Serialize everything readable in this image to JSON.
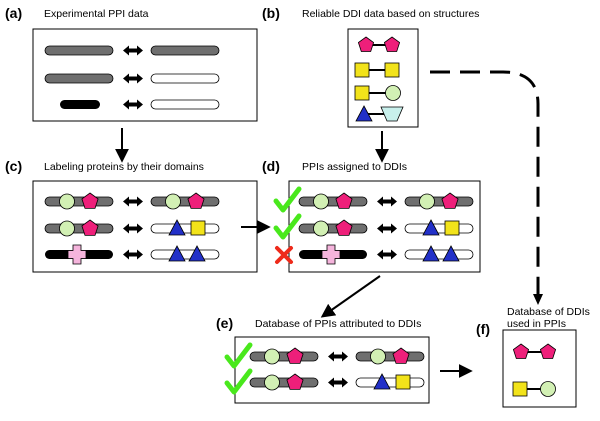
{
  "panels": {
    "a": {
      "letter": "(a)",
      "caption": "Experimental PPI data"
    },
    "b": {
      "letter": "(b)",
      "caption": "Reliable DDI data based on structures"
    },
    "c": {
      "letter": "(c)",
      "caption": "Labeling proteins by their domains"
    },
    "d": {
      "letter": "(d)",
      "caption": "PPIs assigned to DDIs"
    },
    "e": {
      "letter": "(e)",
      "caption": "Database of PPIs attributed to DDIs"
    },
    "f": {
      "letter": "(f)",
      "caption_line1": "Database of DDIs",
      "caption_line2": "used in PPIs"
    }
  },
  "colors": {
    "protein_gray": "#6f6f6f",
    "protein_black": "#000000",
    "protein_white": "#ffffff",
    "domain_pink_pentagon": "#ee1f7a",
    "domain_green_circle": "#d2f0b4",
    "domain_yellow_square": "#f2e31a",
    "domain_blue_triangle": "#2230c8",
    "domain_cyan_trapezoid": "#c8f0ec",
    "domain_light_pink_cross": "#f5b4dc",
    "check_green": "#49e81c",
    "cross_red": "#ee2a1a"
  },
  "icons": {
    "check": "check-icon",
    "cross": "cross-icon",
    "interaction": "double-arrow-icon"
  }
}
